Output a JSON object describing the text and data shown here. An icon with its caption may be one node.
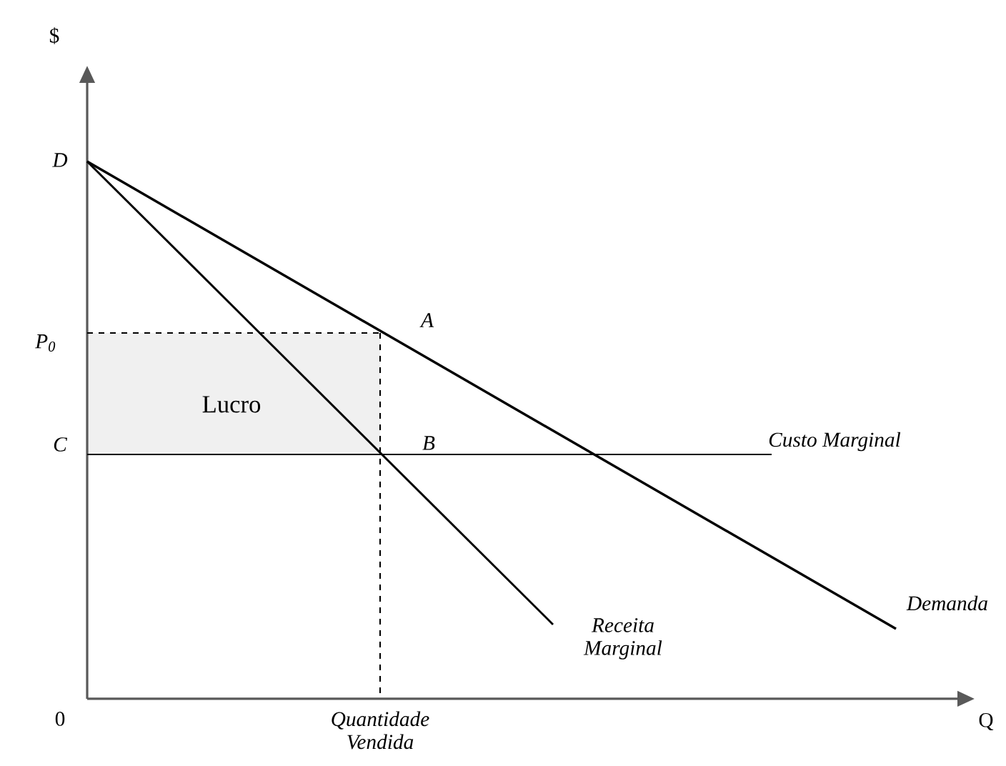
{
  "diagram": {
    "nodes": [
      {
        "text": [
          "Lucro"
        ]
      }
    ],
    "labels": [
      "$",
      "D",
      "P$_{0}$",
      "A",
      "C",
      "B",
      "Custo Marginal",
      "Receita Marginal",
      "Demanda",
      "0",
      "Quantidade Vendida",
      "Q"
    ]
  }
}
